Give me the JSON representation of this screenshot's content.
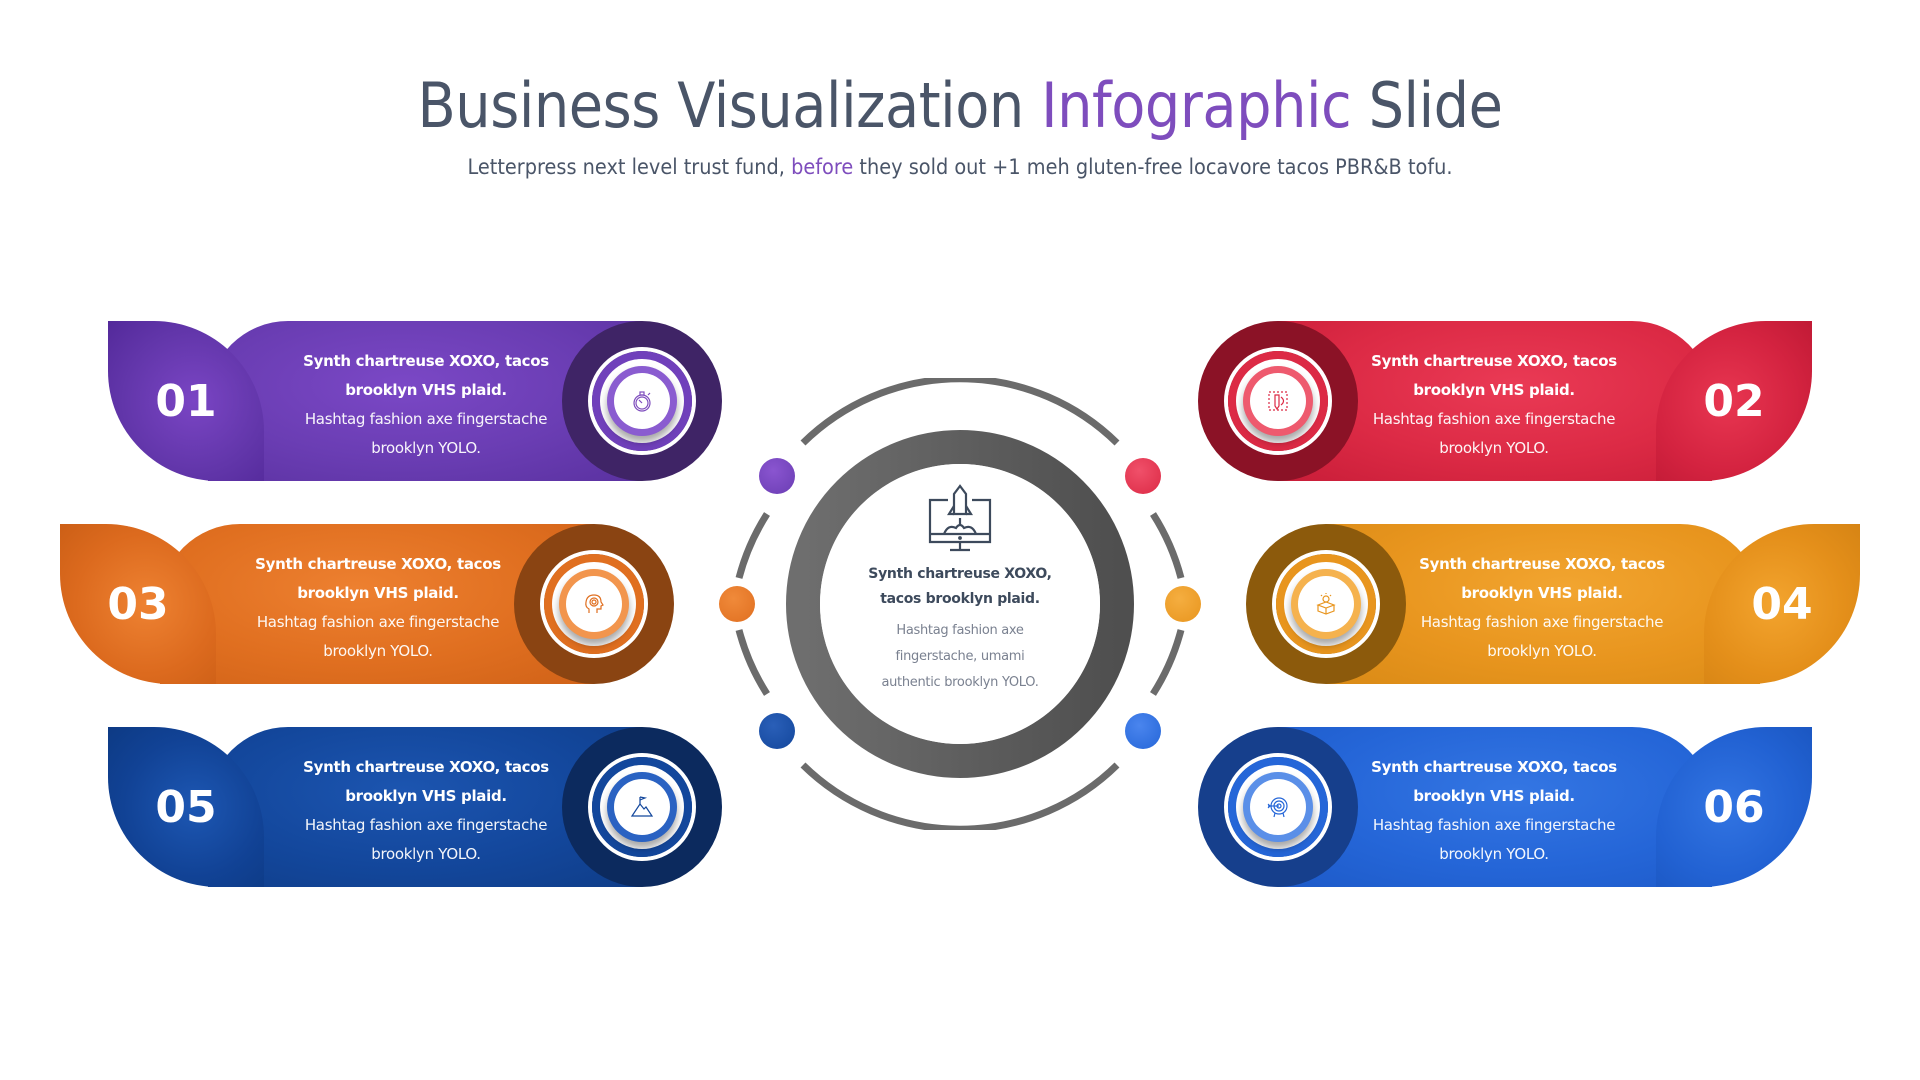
{
  "header": {
    "title_part1": "Business Visualization ",
    "title_accent": "Infographic",
    "title_part2": " Slide",
    "subtitle_part1": "Letterpress next level trust fund, ",
    "subtitle_accent": "before",
    "subtitle_part2": " they sold out +1 meh gluten-free locavore tacos PBR&B tofu."
  },
  "colors": {
    "title": "#4a5568",
    "accent": "#7e4dbd",
    "hub_ring": "#5c5c5c",
    "hub_outer_ring": "#6b6b6b"
  },
  "center": {
    "icon": "rocket-launch-monitor-icon",
    "heading_line1": "Synth chartreuse XOXO,",
    "heading_line2": "tacos brooklyn plaid.",
    "desc_line1": "Hashtag fashion axe",
    "desc_line2": "fingerstache, umami",
    "desc_line3": "authentic brooklyn YOLO."
  },
  "cards": [
    {
      "number": "01",
      "side": "left",
      "icon": "stopwatch-icon",
      "heading_line1": "Synth chartreuse XOXO, tacos",
      "heading_line2": "brooklyn VHS plaid.",
      "desc_line1": "Hashtag fashion axe fingerstache",
      "desc_line2": "brooklyn YOLO.",
      "color_main": "#6a3db3",
      "color_dark": "#3f2466",
      "color_light": "#8a5cd0"
    },
    {
      "number": "02",
      "side": "right",
      "icon": "design-pencil-icon",
      "heading_line1": "Synth chartreuse XOXO, tacos",
      "heading_line2": "brooklyn VHS plaid.",
      "desc_line1": "Hashtag fashion axe fingerstache",
      "desc_line2": "brooklyn YOLO.",
      "color_main": "#dc2a45",
      "color_dark": "#8b1226",
      "color_light": "#ee5a6e"
    },
    {
      "number": "03",
      "side": "left",
      "icon": "head-brain-icon",
      "heading_line1": "Synth chartreuse XOXO, tacos",
      "heading_line2": "brooklyn VHS plaid.",
      "desc_line1": "Hashtag fashion axe fingerstache",
      "desc_line2": "brooklyn YOLO.",
      "color_main": "#e06f20",
      "color_dark": "#8a4412",
      "color_light": "#f2954d"
    },
    {
      "number": "04",
      "side": "right",
      "icon": "idea-box-icon",
      "heading_line1": "Synth chartreuse XOXO, tacos",
      "heading_line2": "brooklyn VHS plaid.",
      "desc_line1": "Hashtag fashion axe fingerstache",
      "desc_line2": "brooklyn YOLO.",
      "color_main": "#e8951e",
      "color_dark": "#8c5a0c",
      "color_light": "#f5b24e"
    },
    {
      "number": "05",
      "side": "left",
      "icon": "mountain-flag-icon",
      "heading_line1": "Synth chartreuse XOXO, tacos",
      "heading_line2": "brooklyn VHS plaid.",
      "desc_line1": "Hashtag fashion axe fingerstache",
      "desc_line2": "brooklyn YOLO.",
      "color_main": "#13479c",
      "color_dark": "#0c2a5e",
      "color_light": "#2a62c2"
    },
    {
      "number": "06",
      "side": "right",
      "icon": "target-arrow-icon",
      "heading_line1": "Synth chartreuse XOXO, tacos",
      "heading_line2": "brooklyn VHS plaid.",
      "desc_line1": "Hashtag fashion axe fingerstache",
      "desc_line2": "brooklyn YOLO.",
      "color_main": "#2566d8",
      "color_dark": "#163f8c",
      "color_light": "#5a8fe8"
    }
  ]
}
